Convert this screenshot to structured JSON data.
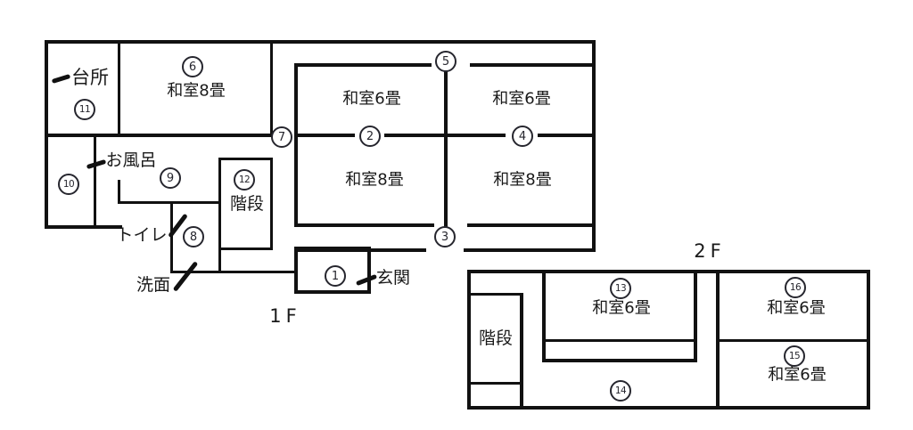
{
  "diagram_type": "house-floor-plan",
  "colors": {
    "line": "#111111",
    "text": "#1a1a1a",
    "background": "#ffffff"
  },
  "floor1": {
    "label": "1F",
    "markers": {
      "m1": "1",
      "m2": "2",
      "m3": "3",
      "m4": "4",
      "m5": "5",
      "m6": "6",
      "m7": "7",
      "m8": "8",
      "m9": "9",
      "m10": "10",
      "m11": "11",
      "m12": "12"
    },
    "rooms": {
      "kitchen": "台所",
      "tatami8_main": "和室8畳",
      "tatami6_west": "和室6畳",
      "tatami6_east": "和室6畳",
      "tatami8_west": "和室8畳",
      "tatami8_east": "和室8畳",
      "bath": "お風呂",
      "stairs": "階段",
      "toilet": "トイレ",
      "washroom": "洗面",
      "entrance": "玄関"
    }
  },
  "floor2": {
    "label": "2F",
    "markers": {
      "m13": "13",
      "m14": "14",
      "m15": "15",
      "m16": "16"
    },
    "rooms": {
      "stairs": "階段",
      "tatami6_13": "和室6畳",
      "tatami6_15": "和室6畳",
      "tatami6_16": "和室6畳"
    }
  }
}
